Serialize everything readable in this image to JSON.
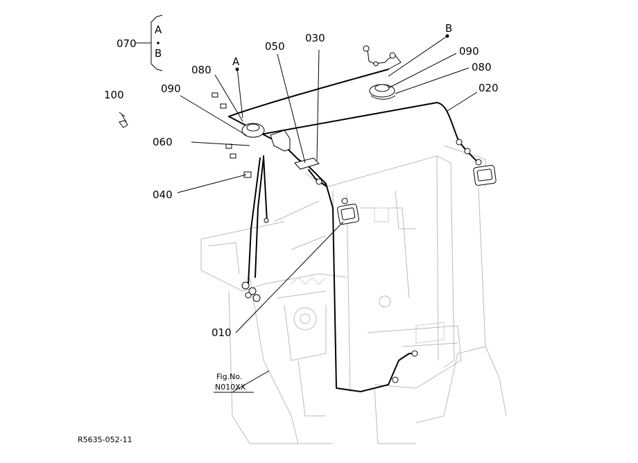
{
  "callouts": {
    "c070": "070",
    "c070_a": "A",
    "c070_b": "B",
    "c080_left": "080",
    "c090_left": "090",
    "c100": "100",
    "c060": "060",
    "c040": "040",
    "c050": "050",
    "c030": "030",
    "c010": "010",
    "c020": "020",
    "c090_right": "090",
    "c080_right": "080",
    "ref_a": "A",
    "ref_b": "B"
  },
  "figure": {
    "fig_label": "Fig.No.",
    "fig_number": "N010XX",
    "drawing_code": "R5635-052-11"
  }
}
